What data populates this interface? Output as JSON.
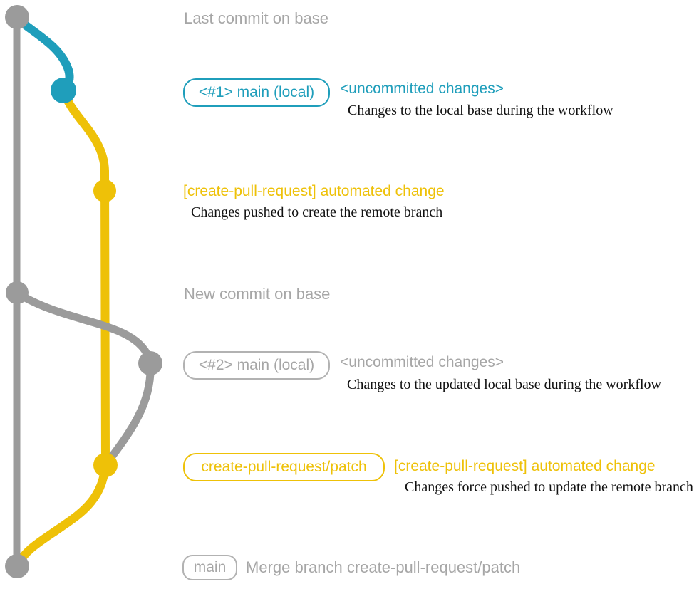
{
  "colors": {
    "blue": "#1f9ebb",
    "yellow": "#eec108",
    "gray": "#9b9b9b",
    "gray_text": "#a6a6a6",
    "gray_border": "#b2b2b2",
    "caption": "#111111",
    "background": "#ffffff"
  },
  "annotations": {
    "last_commit_label": "Last commit on base",
    "row1": {
      "badge": "<#1> main (local)",
      "heading": "<uncommitted changes>",
      "caption": "Changes to the local base during the workflow"
    },
    "row2": {
      "heading": "[create-pull-request] automated change",
      "caption": "Changes pushed to create the remote branch"
    },
    "new_commit_label": "New commit on base",
    "row3": {
      "badge": "<#2> main (local)",
      "heading": "<uncommitted changes>",
      "caption": "Changes to the updated local base during the workflow"
    },
    "row4": {
      "badge": "create-pull-request/patch",
      "heading": "[create-pull-request] automated change",
      "caption": "Changes force pushed to update the remote branch"
    },
    "row5": {
      "badge": "main",
      "label": "Merge branch create-pull-request/patch"
    }
  }
}
